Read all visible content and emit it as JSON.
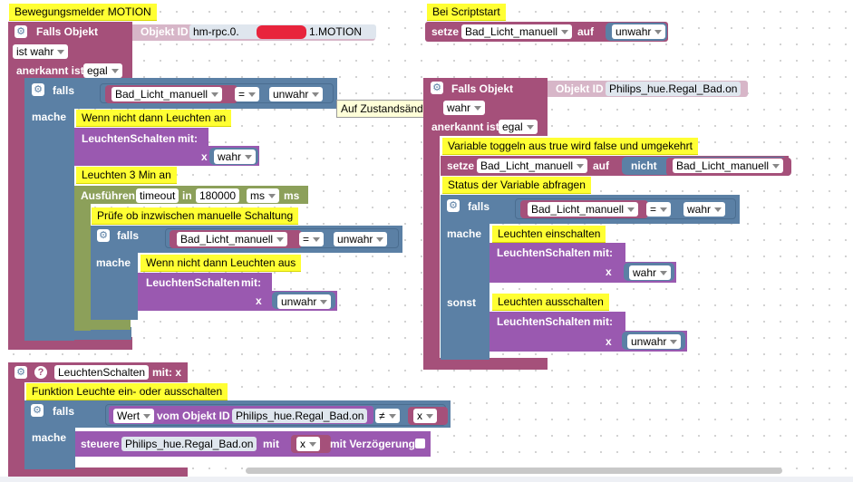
{
  "left_script": {
    "comment": "Bewegungsmelder MOTION",
    "event_label": "Falls Objekt",
    "object_id_label": "Objekt ID",
    "object_id_value": "hm-rpc.0.",
    "object_id_suffix": "1.MOTION",
    "condition": "ist wahr",
    "ack_label": "anerkannt ist",
    "ack_value": "egal",
    "if_label": "falls",
    "var1": "Bad_Licht_manuell",
    "op_eq": "=",
    "val_false": "unwahr",
    "then_label": "mache",
    "comment2": "Wenn nicht dann Leuchten an",
    "fn_call": "LeuchtenSchalten",
    "fn_with": "mit:",
    "param_x": "x",
    "val_true": "wahr",
    "comment3": "Leuchten 3 Min an",
    "exec_label": "Ausführen",
    "timeout_dd": "timeout",
    "in_label": "in",
    "timeout_value": "180000",
    "unit_dd": "ms",
    "unit_label": "ms",
    "comment4": "Prüfe ob inzwischen manuelle Schaltung",
    "comment5": "Wenn nicht dann Leuchten aus"
  },
  "tooltip": "Auf Zustandsänderung",
  "start_script": {
    "comment": "Bei Scriptstart",
    "set_label": "setze",
    "var": "Bad_Licht_manuell",
    "to_label": "auf",
    "value": "unwahr"
  },
  "right_script": {
    "event_label": "Falls Objekt",
    "object_id_label": "Objekt ID",
    "object_id_value": "Philips_hue.Regal_Bad.on",
    "condition": "wahr",
    "ack_label": "anerkannt ist",
    "ack_value": "egal",
    "comment1": "Variable toggeln aus true wird false und umgekehrt",
    "set_label": "setze",
    "var": "Bad_Licht_manuell",
    "to_label": "auf",
    "not_label": "nicht",
    "comment2": "Status der Variable abfragen",
    "if_label": "falls",
    "op_eq": "=",
    "val_true": "wahr",
    "then_label": "mache",
    "comment3": "Leuchten einschalten",
    "fn_call": "LeuchtenSchalten",
    "fn_with": "mit:",
    "param_x": "x",
    "else_label": "sonst",
    "comment4": "Leuchten ausschalten",
    "val_false": "unwahr"
  },
  "function_def": {
    "name": "LeuchtenSchalten",
    "with_label": "mit: x",
    "comment": "Funktion Leuchte ein- oder ausschalten",
    "if_label": "falls",
    "value_dd": "Wert",
    "from_label": "vom Objekt ID",
    "object_id": "Philips_hue.Regal_Bad.on",
    "op_neq": "≠",
    "x_dd": "x",
    "then_label": "mache",
    "control_label": "steuere",
    "control_id": "Philips_hue.Regal_Bad.on",
    "with2": "mit",
    "x_dd2": "x",
    "delay_label": "mit Verzögerung"
  },
  "icons": [
    "gear-icon",
    "help-icon",
    "dropdown-arrow-icon"
  ],
  "colors": {
    "event": "#a5507a",
    "control": "#5b80a5",
    "action": "#9a59b0",
    "timer": "#8ca05a",
    "comment": "#ffff33"
  }
}
